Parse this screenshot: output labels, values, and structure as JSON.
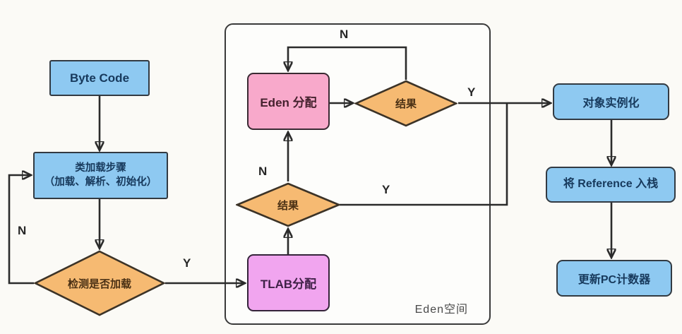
{
  "diagram": {
    "container": {
      "label": "Eden空间"
    },
    "nodes": {
      "byte_code": {
        "label": "Byte Code"
      },
      "class_loading": {
        "label_line1": "类加载步骤",
        "label_line2": "（加载、解析、初始化）"
      },
      "check_loaded": {
        "label": "检测是否加载"
      },
      "tlab_alloc": {
        "label": "TLAB分配"
      },
      "result_lower": {
        "label": "结果"
      },
      "eden_alloc": {
        "label": "Eden 分配"
      },
      "result_upper": {
        "label": "结果"
      },
      "object_instantiation": {
        "label": "对象实例化"
      },
      "reference_push": {
        "label": "将 Reference 入栈"
      },
      "pc_counter": {
        "label": "更新PC计数器"
      }
    },
    "edge_labels": {
      "check_loaded_no": "N",
      "check_loaded_yes": "Y",
      "result_lower_no": "N",
      "result_lower_yes": "Y",
      "result_upper_no": "N",
      "result_upper_yes": "Y"
    },
    "colors": {
      "process_blue": "#8ec9f1",
      "decision_orange": "#f6ba72",
      "eden_pink": "#f8a9cb",
      "tlab_magenta": "#f1a5ef",
      "line_dark": "#2b2b2b",
      "background": "#fbfaf6"
    }
  }
}
